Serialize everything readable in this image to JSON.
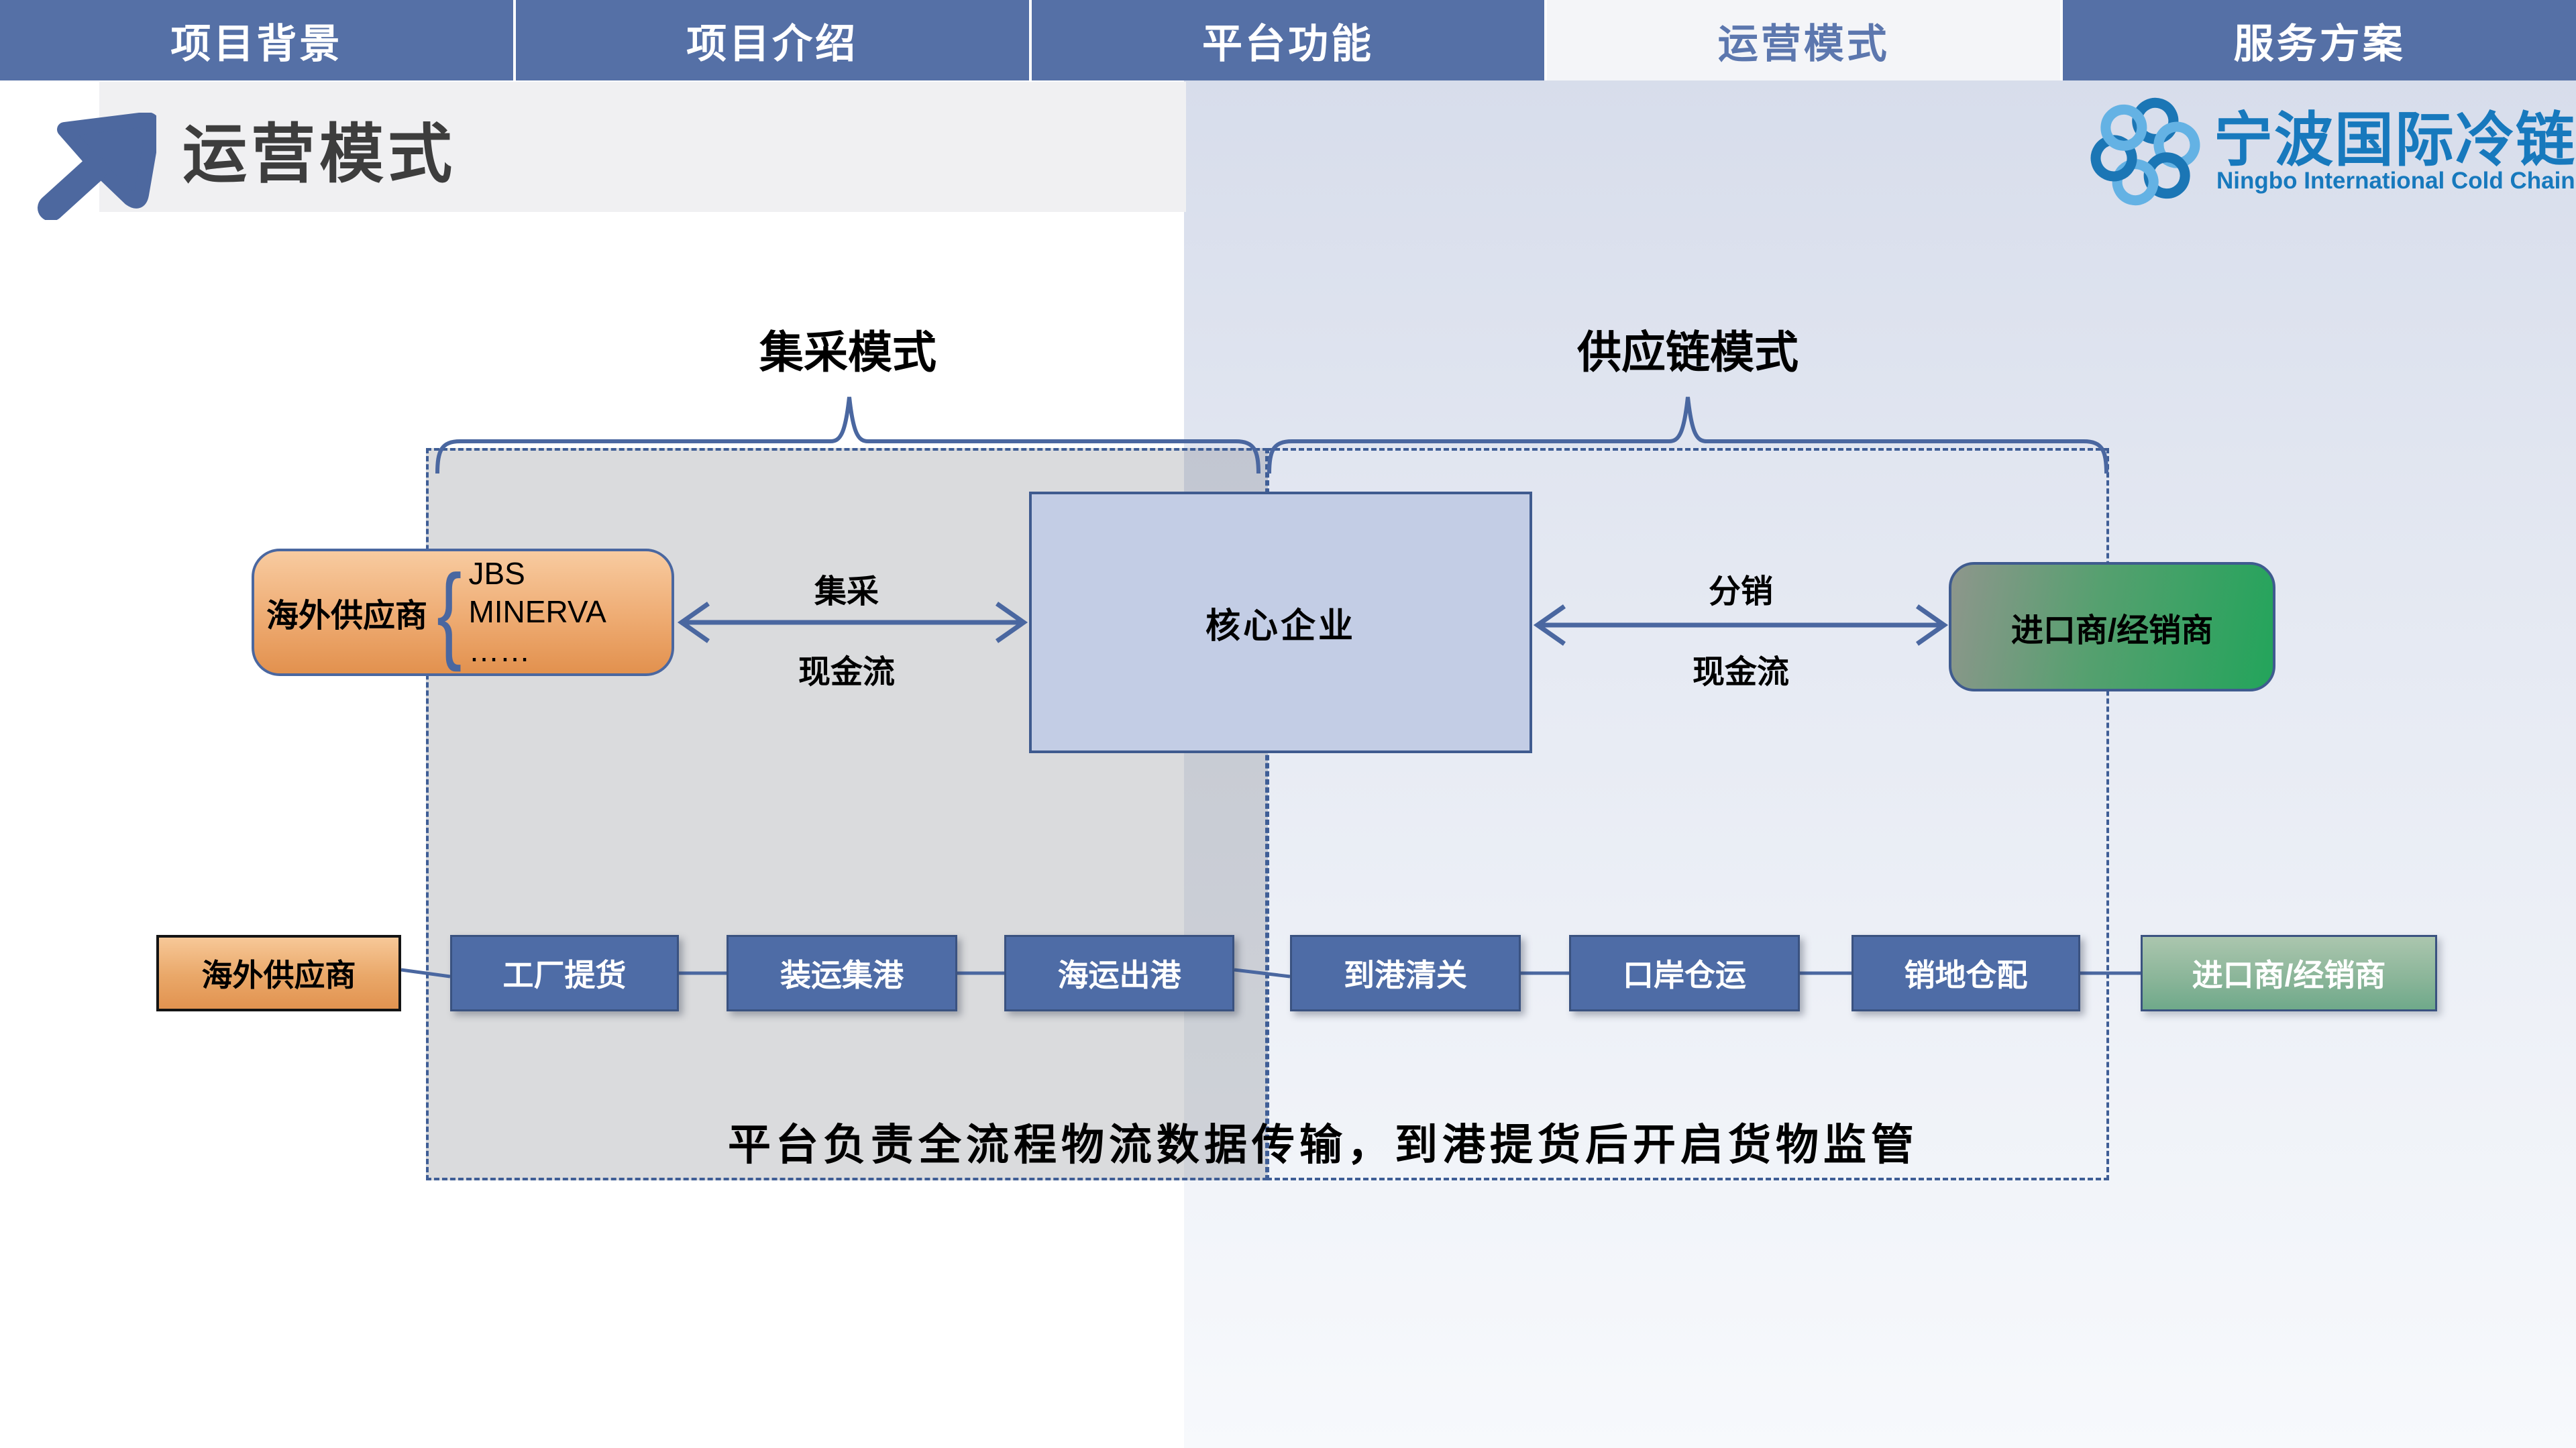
{
  "nav": {
    "tabs": [
      {
        "label": "项目背景",
        "active": false
      },
      {
        "label": "项目介绍",
        "active": false
      },
      {
        "label": "平台功能",
        "active": false
      },
      {
        "label": "运营模式",
        "active": true
      },
      {
        "label": "服务方案",
        "active": false
      }
    ]
  },
  "header": {
    "title": "运营模式"
  },
  "logo": {
    "cn": "宁波国际冷链",
    "en": "Ningbo International Cold Chain"
  },
  "diagram": {
    "mode_left": "集采模式",
    "mode_right": "供应链模式",
    "supplier": {
      "label": "海外供应商",
      "examples": [
        "JBS",
        "MINERVA",
        "……"
      ]
    },
    "core": {
      "label": "核心企业"
    },
    "importer": {
      "label": "进口商/经销商"
    },
    "arrow_left": {
      "top": "集采",
      "bottom": "现金流"
    },
    "arrow_right": {
      "top": "分销",
      "bottom": "现金流"
    },
    "flow": [
      "海外供应商",
      "工厂提货",
      "装运集港",
      "海运出港",
      "到港清关",
      "口岸仓运",
      "销地仓配",
      "进口商/经销商"
    ],
    "caption": "平台负责全流程物流数据传输，到港提货后开启货物监管"
  },
  "colors": {
    "nav_blue": "#5570a6",
    "accent_blue": "#4a67a0",
    "flow_blue": "#4e6ca6",
    "orange": "#e2914e",
    "green": "#23a45b",
    "gray_fill": "#d9d9d9",
    "logo_blue": "#1779bd"
  }
}
